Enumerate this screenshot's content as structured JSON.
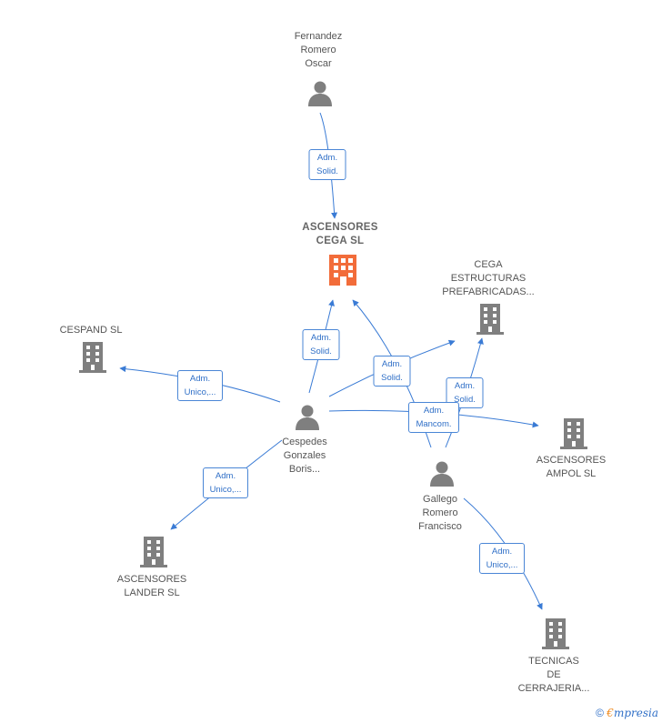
{
  "colors": {
    "edge": "#3a7bd5",
    "company": "#7f7f7f",
    "main_company": "#f26c3a",
    "person": "#7f7f7f"
  },
  "nodes": [
    {
      "id": "fernandez",
      "kind": "person",
      "label": "Fernandez\nRomero\nOscar"
    },
    {
      "id": "cega",
      "kind": "main-company",
      "label": "ASCENSORES\nCEGA  SL"
    },
    {
      "id": "estructuras",
      "kind": "company",
      "label": "CEGA\nESTRUCTURAS\nPREFABRICADAS..."
    },
    {
      "id": "cespand",
      "kind": "company",
      "label": "CESPAND SL"
    },
    {
      "id": "cespedes",
      "kind": "person",
      "label": "Cespedes\nGonzales\nBoris..."
    },
    {
      "id": "ampol",
      "kind": "company",
      "label": "ASCENSORES\nAMPOL SL"
    },
    {
      "id": "gallego",
      "kind": "person",
      "label": "Gallego\nRomero\nFrancisco"
    },
    {
      "id": "lander",
      "kind": "company",
      "label": "ASCENSORES\nLANDER SL"
    },
    {
      "id": "tecnicas",
      "kind": "company",
      "label": "TECNICAS\nDE\nCERRAJERIA..."
    }
  ],
  "relations": [
    {
      "id": "r1",
      "label": "Adm.\nSolid."
    },
    {
      "id": "r2",
      "label": "Adm.\nSolid."
    },
    {
      "id": "r3",
      "label": "Adm.\nUnico,..."
    },
    {
      "id": "r4",
      "label": "Adm.\nSolid."
    },
    {
      "id": "r5",
      "label": "Adm.\nSolid."
    },
    {
      "id": "r6",
      "label": "Adm.\nMancom."
    },
    {
      "id": "r7",
      "label": "Adm.\nUnico,..."
    },
    {
      "id": "r8",
      "label": "Adm.\nUnico,..."
    }
  ],
  "footer": {
    "copyright": "©",
    "brand_initial": "€",
    "brand_rest": "mpresia"
  }
}
